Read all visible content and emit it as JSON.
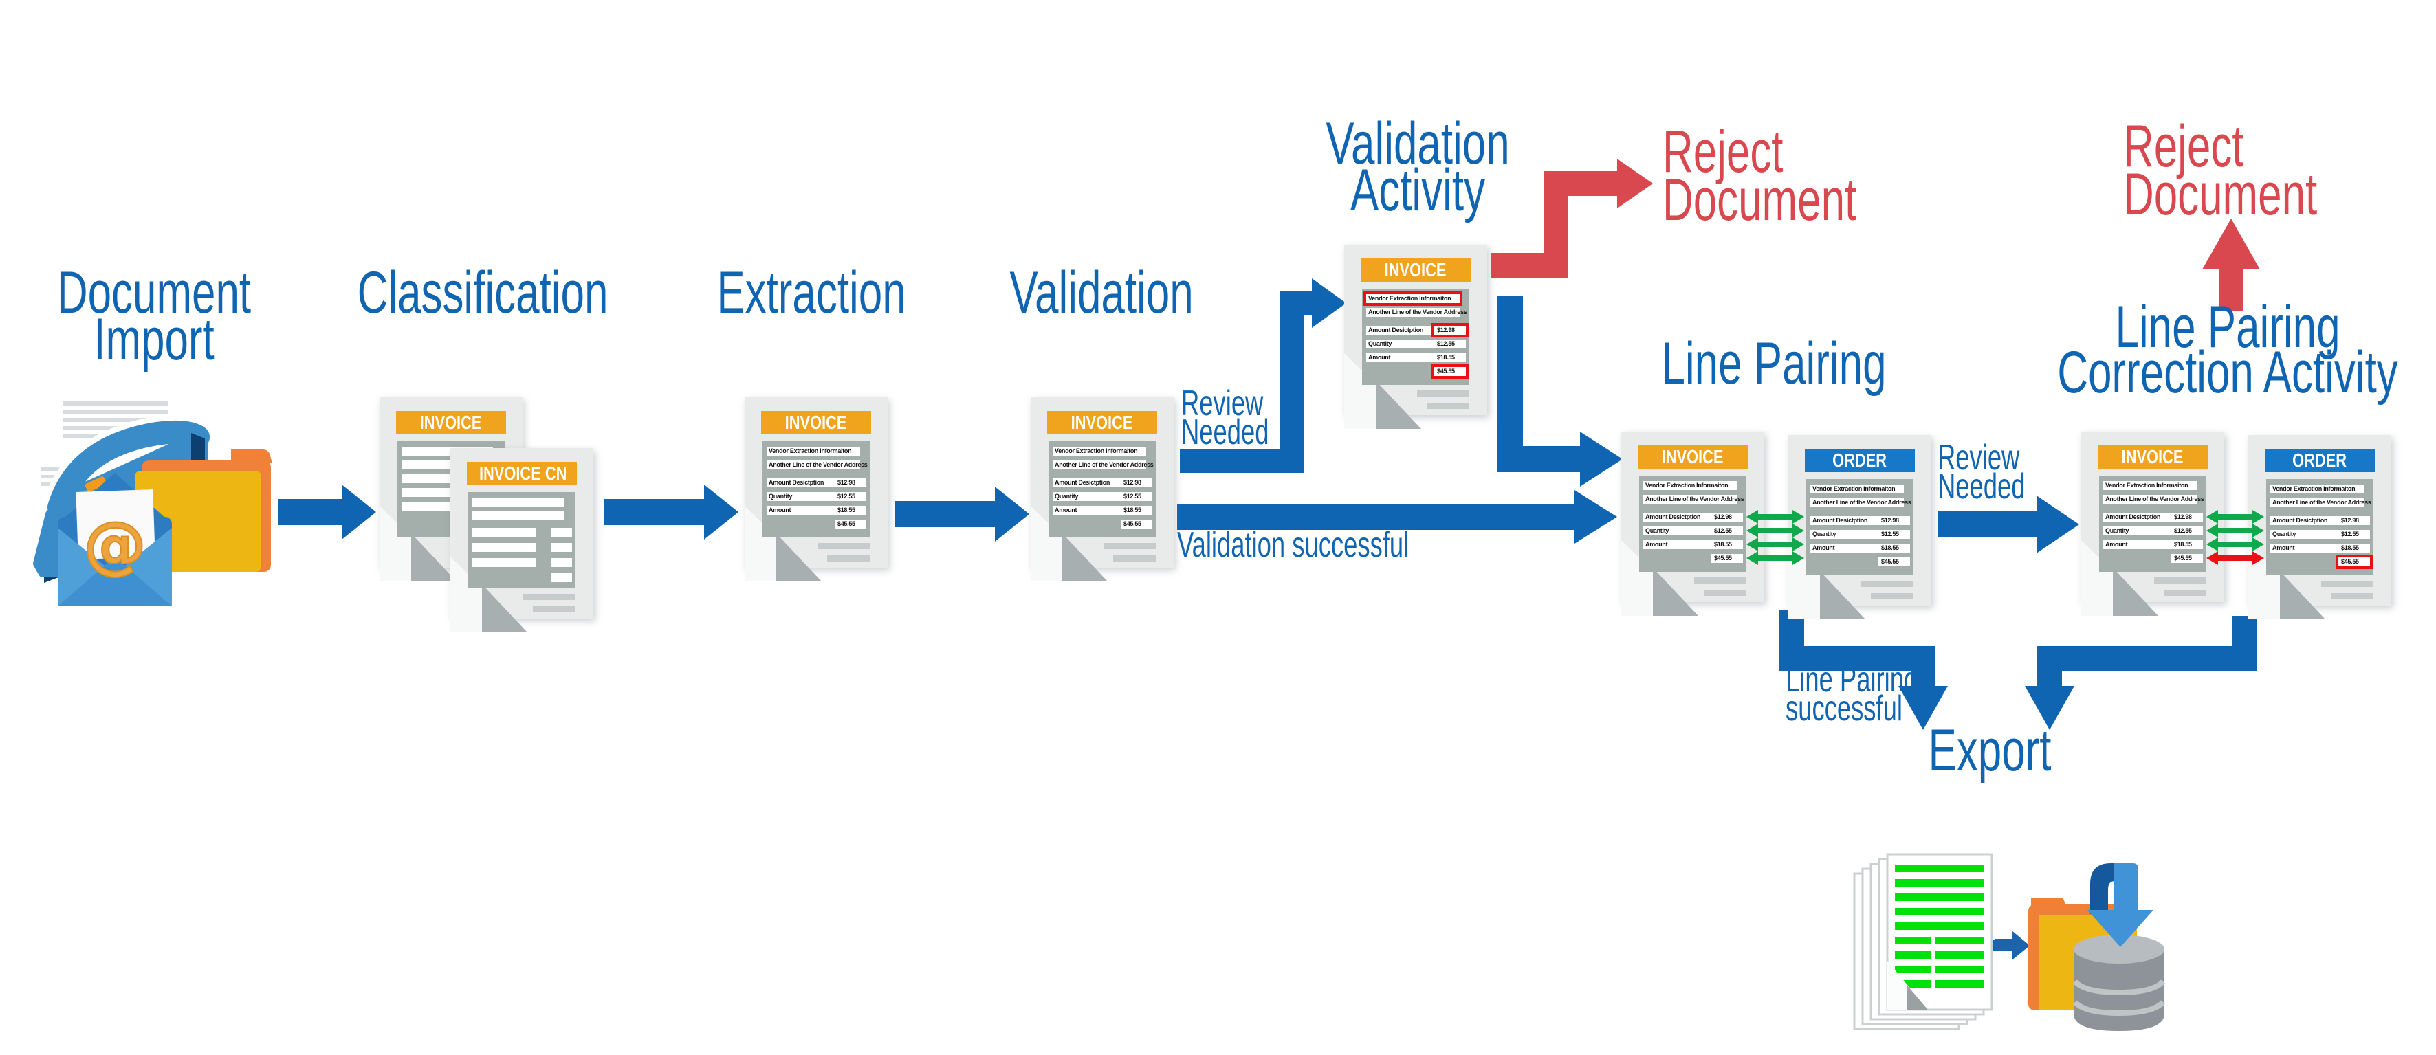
{
  "titles": {
    "document_import": [
      "Document",
      "Import"
    ],
    "classification": "Classification",
    "extraction": "Extraction",
    "validation": "Validation",
    "validation_activity": [
      "Validation",
      "Activity"
    ],
    "line_pairing": "Line Pairing",
    "line_pairing_correction": [
      "Line Pairing",
      "Correction Activity"
    ],
    "export_title": "Export"
  },
  "labels": {
    "review_needed": [
      "Review",
      "Needed"
    ],
    "validation_successful": "Validation successful",
    "reject_document": [
      "Reject",
      "Document"
    ],
    "line_pairing_successful": [
      "Line Pairing",
      "successful"
    ]
  },
  "documents": {
    "invoice_header": "INVOICE",
    "invoice_cn_header": "INVOICE CN",
    "order_header": "ORDER",
    "address_rows": [
      "Vendor Extraction Informaiton",
      "Another Line of the Vendor Address"
    ],
    "line_rows": [
      {
        "label": "Amount Desictption",
        "value": "$12.98"
      },
      {
        "label": "Quantity",
        "value": "$12.55"
      },
      {
        "label": "Amount",
        "value": "$18.55"
      },
      {
        "label": "",
        "value": "$45.55"
      }
    ]
  },
  "icons": {
    "import_cluster": "fax-icon, email-envelope-icon, folder-icon, text-page-icon",
    "export_cluster": "document-stack-icon, folder-icon, database-icon, download-arrow-icon"
  },
  "colors": {
    "flow_blue": "#1065b2",
    "reject_red": "#d9484e",
    "match_green": "#0fa84b",
    "alert_red": "#ea1115",
    "invoice_orange": "#f0a31c",
    "order_blue": "#1878c8"
  }
}
